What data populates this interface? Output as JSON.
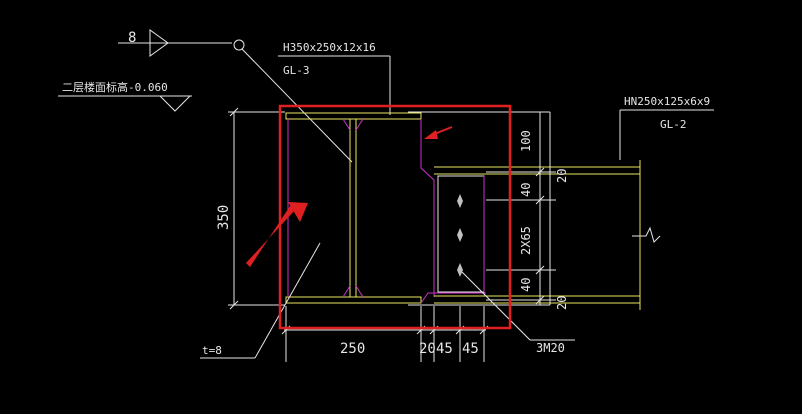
{
  "labels": {
    "axis_mark": "8",
    "floor_level": "二层楼面标高-0.060",
    "main_section": "H350x250x12x16",
    "main_name": "GL-3",
    "secondary_section": "HN250x125x6x9",
    "secondary_name": "GL-2",
    "plate_thickness": "t=8",
    "bolts": "3M20",
    "height_dim": "350",
    "width_dim": "250",
    "dim_20": "20",
    "dim_45a": "45",
    "dim_45b": "45",
    "dim_100": "100",
    "dim_20_top": "20",
    "dim_40_top": "40",
    "dim_2x65": "2X65",
    "dim_40_bot": "40",
    "dim_20_bot": "20"
  },
  "colors": {
    "background": "#000000",
    "lines": "#e6e6e6",
    "beam": "#e8e860",
    "plate": "#cc33cc",
    "highlight": "#e02020"
  }
}
